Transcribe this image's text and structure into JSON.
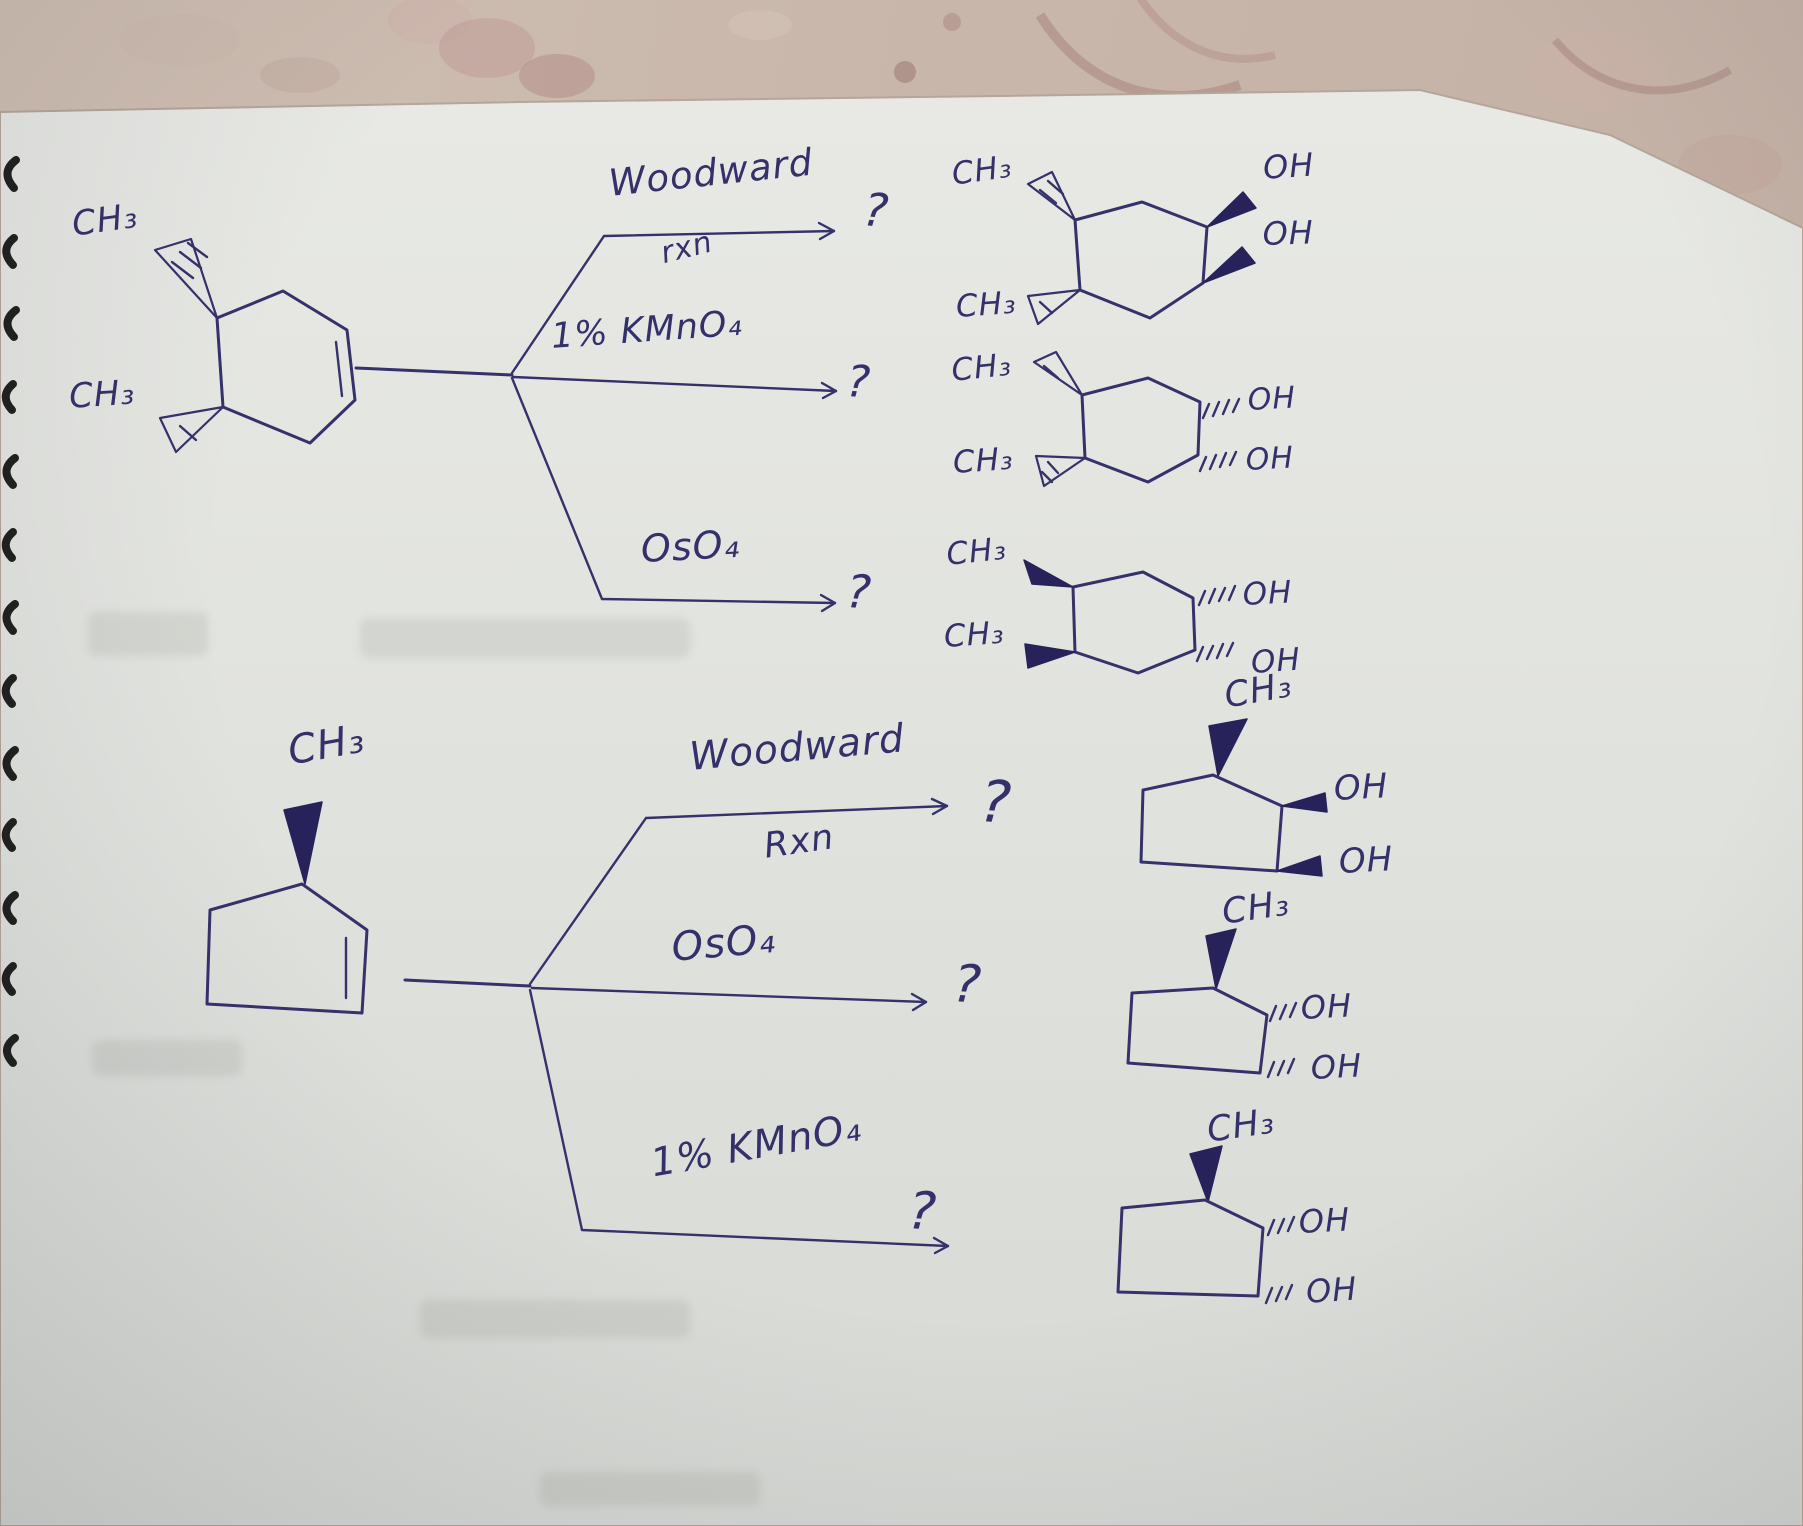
{
  "scene": {
    "description": "Hand-written organic chemistry dihydroxylation reaction schemes in blue ink on notebook paper, photographed on a floral fabric surface",
    "ink_color": "#35316b",
    "paper_color": "#e4e5e1",
    "fabric_color": "#c9b7ab"
  },
  "set1": {
    "reactant": {
      "ch3_top": "CH₃",
      "ch3_bottom": "CH₃",
      "ring": "cyclohexene",
      "ch3_top_bond": "hashed-wedge",
      "ch3_bottom_bond": "hashed-wedge"
    },
    "branch_woodward": {
      "line1": "Woodward",
      "line2": "rxn",
      "q": "?"
    },
    "branch_kmno4": {
      "label": "1% KMnO₄",
      "q": "?"
    },
    "branch_oso4": {
      "label": "OsO₄",
      "q": "?"
    },
    "product_woodward": {
      "ch3_top": "CH₃",
      "ch3_bottom": "CH₃",
      "oh_top": "OH",
      "oh_bottom": "OH",
      "ring": "cyclohexane",
      "ch3_bond": "hashed-wedge",
      "oh_bond": "solid-wedge"
    },
    "product_kmno4": {
      "ch3_top": "CH₃",
      "ch3_bottom": "CH₃",
      "oh_top": "OH",
      "oh_bottom": "OH",
      "ring": "cyclohexane",
      "ch3_bond": "hashed-wedge",
      "oh_bond": "hash-marks"
    },
    "product_oso4": {
      "ch3_top": "CH₃",
      "ch3_bottom": "CH₃",
      "oh_top": "OH",
      "oh_bottom": "OH",
      "ring": "cyclohexane",
      "ch3_bond": "solid-wedge",
      "oh_bond": "hash-marks"
    }
  },
  "set2": {
    "reactant": {
      "ch3": "CH₃",
      "ring": "cyclopentene",
      "ch3_bond": "solid-wedge"
    },
    "branch_woodward": {
      "line1": "Woodward",
      "line2": "Rxn",
      "q": "?"
    },
    "branch_oso4": {
      "label": "OsO₄",
      "q": "?"
    },
    "branch_kmno4": {
      "label": "1% KMnO₄",
      "q": "?"
    },
    "product_woodward": {
      "ch3": "CH₃",
      "oh_top": "OH",
      "oh_bottom": "OH",
      "ring": "cyclopentane",
      "ch3_bond": "solid-wedge",
      "oh_bond": "solid-wedge"
    },
    "product_oso4": {
      "ch3": "CH₃",
      "oh_top": "OH",
      "oh_bottom": "OH",
      "ring": "cyclopentane",
      "ch3_bond": "solid-wedge",
      "oh_bond": "hash-marks"
    },
    "product_kmno4": {
      "ch3": "CH₃",
      "oh_top": "OH",
      "oh_bottom": "OH",
      "ring": "cyclopentane",
      "ch3_bond": "solid-wedge",
      "oh_bond": "hash-marks"
    }
  }
}
